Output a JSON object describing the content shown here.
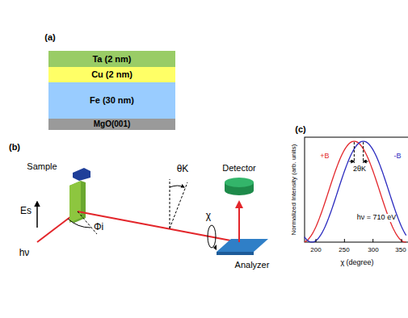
{
  "diagram": {
    "nodes": [
      {
        "text": [
          "Ta (2 nm)"
        ]
      },
      {
        "text": [
          "Cu (2 nm)"
        ]
      },
      {
        "text": [
          "Fe (30 nm)"
        ]
      },
      {
        "text": [
          "MgO(001)"
        ]
      }
    ],
    "labels": [
      "(a)",
      "(b)",
      "Sample",
      "θK",
      "χ",
      "Detector",
      "Es",
      "Φi",
      "Analyzer",
      "hν",
      "(c)",
      "Normalized Intensity (arb. units)",
      "+B",
      "-B",
      "2θK",
      "hν = 710 eV",
      "χ (degree)",
      "200",
      "250",
      "300",
      "350"
    ]
  }
}
